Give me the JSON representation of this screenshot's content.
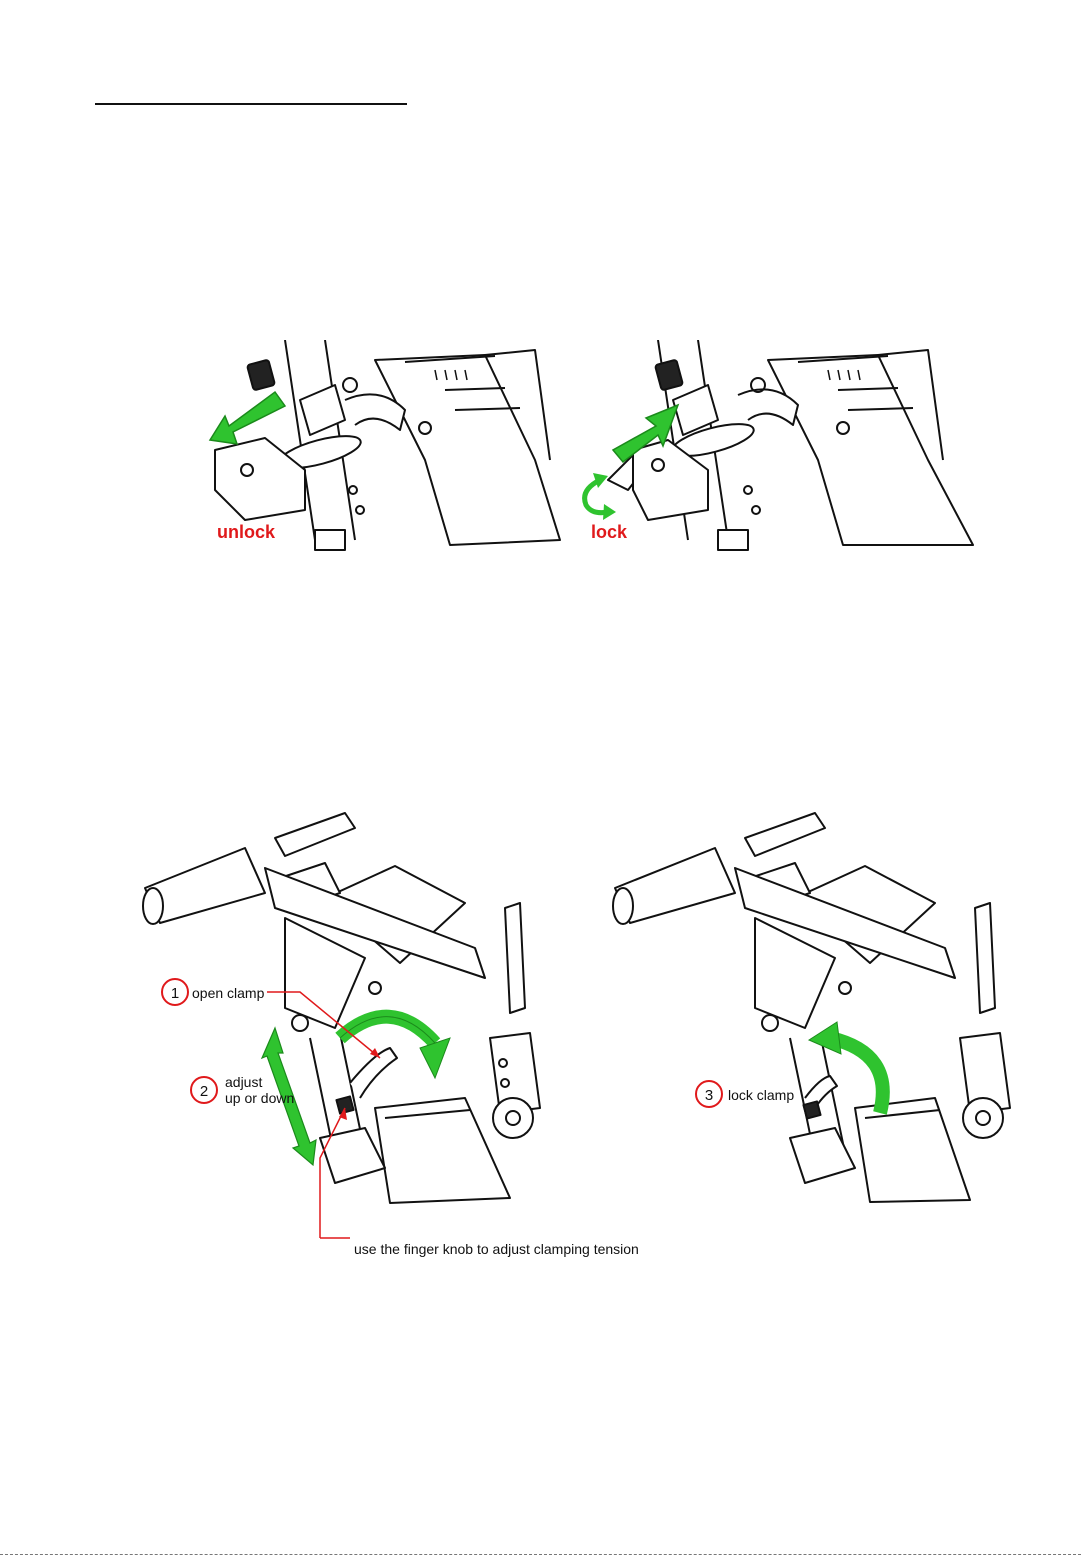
{
  "figures": {
    "lock_steps": {
      "unlock_label": "unlock",
      "lock_label": "lock"
    },
    "clamp_steps": {
      "callouts": [
        {
          "number": "1",
          "text": "open clamp"
        },
        {
          "number": "2",
          "text_line1": "adjust",
          "text_line2": "up or down"
        },
        {
          "number": "3",
          "text": "lock clamp"
        }
      ],
      "knob_note": "use the finger knob to adjust clamping tension"
    }
  },
  "colors": {
    "arrow_green": "#2fc32f",
    "label_red": "#e0191b",
    "line_black": "#111111"
  },
  "icons": [
    "green-arrow-icon",
    "curved-arrow-icon",
    "double-arrow-icon"
  ]
}
